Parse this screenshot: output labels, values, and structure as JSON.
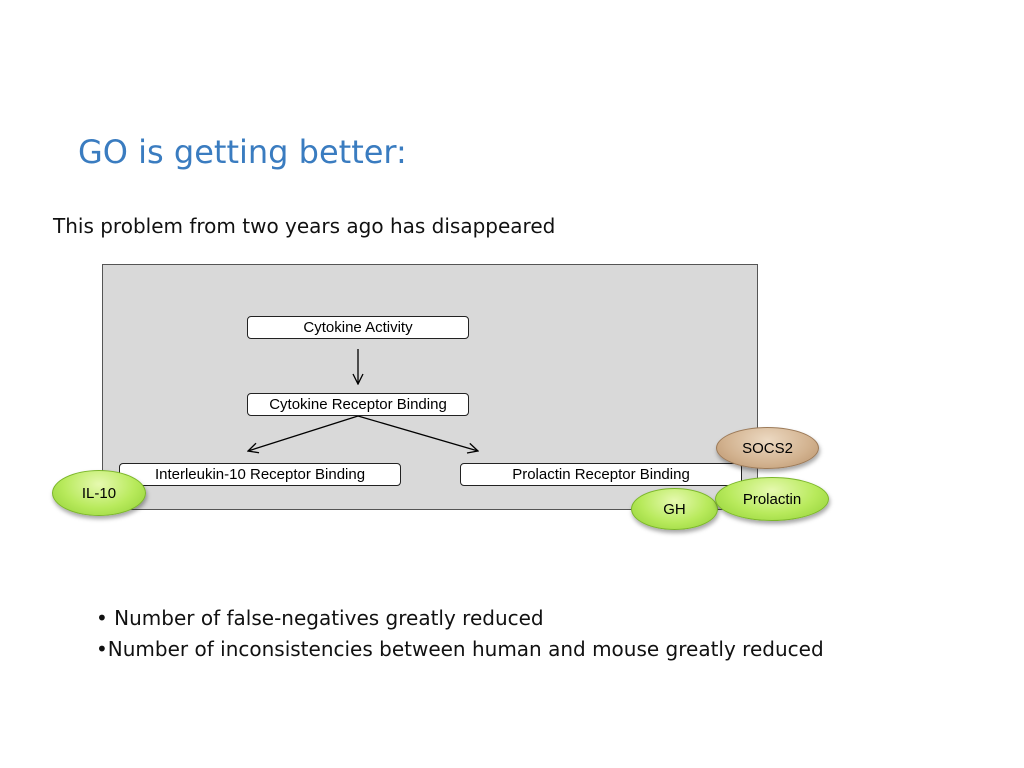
{
  "title": "GO is getting better:",
  "subtitle": "This problem from two years ago has disappeared",
  "diagram": {
    "terms": {
      "cytokine_activity": "Cytokine Activity",
      "cytokine_receptor_binding": "Cytokine Receptor Binding",
      "interleukin_10_receptor_binding": "Interleukin-10 Receptor Binding",
      "prolactin_receptor_binding": "Prolactin Receptor Binding"
    },
    "proteins": {
      "il10": "IL-10",
      "socs2": "SOCS2",
      "gh": "GH",
      "prolactin": "Prolactin"
    },
    "colors": {
      "panel_background": "#d9d9d9",
      "green_bubble": "#b8ea5c",
      "brown_bubble": "#d2b28f",
      "title": "#3a7cc0"
    }
  },
  "bullets": [
    "• Number of false-negatives greatly reduced",
    "•Number of inconsistencies between human and mouse greatly reduced"
  ]
}
